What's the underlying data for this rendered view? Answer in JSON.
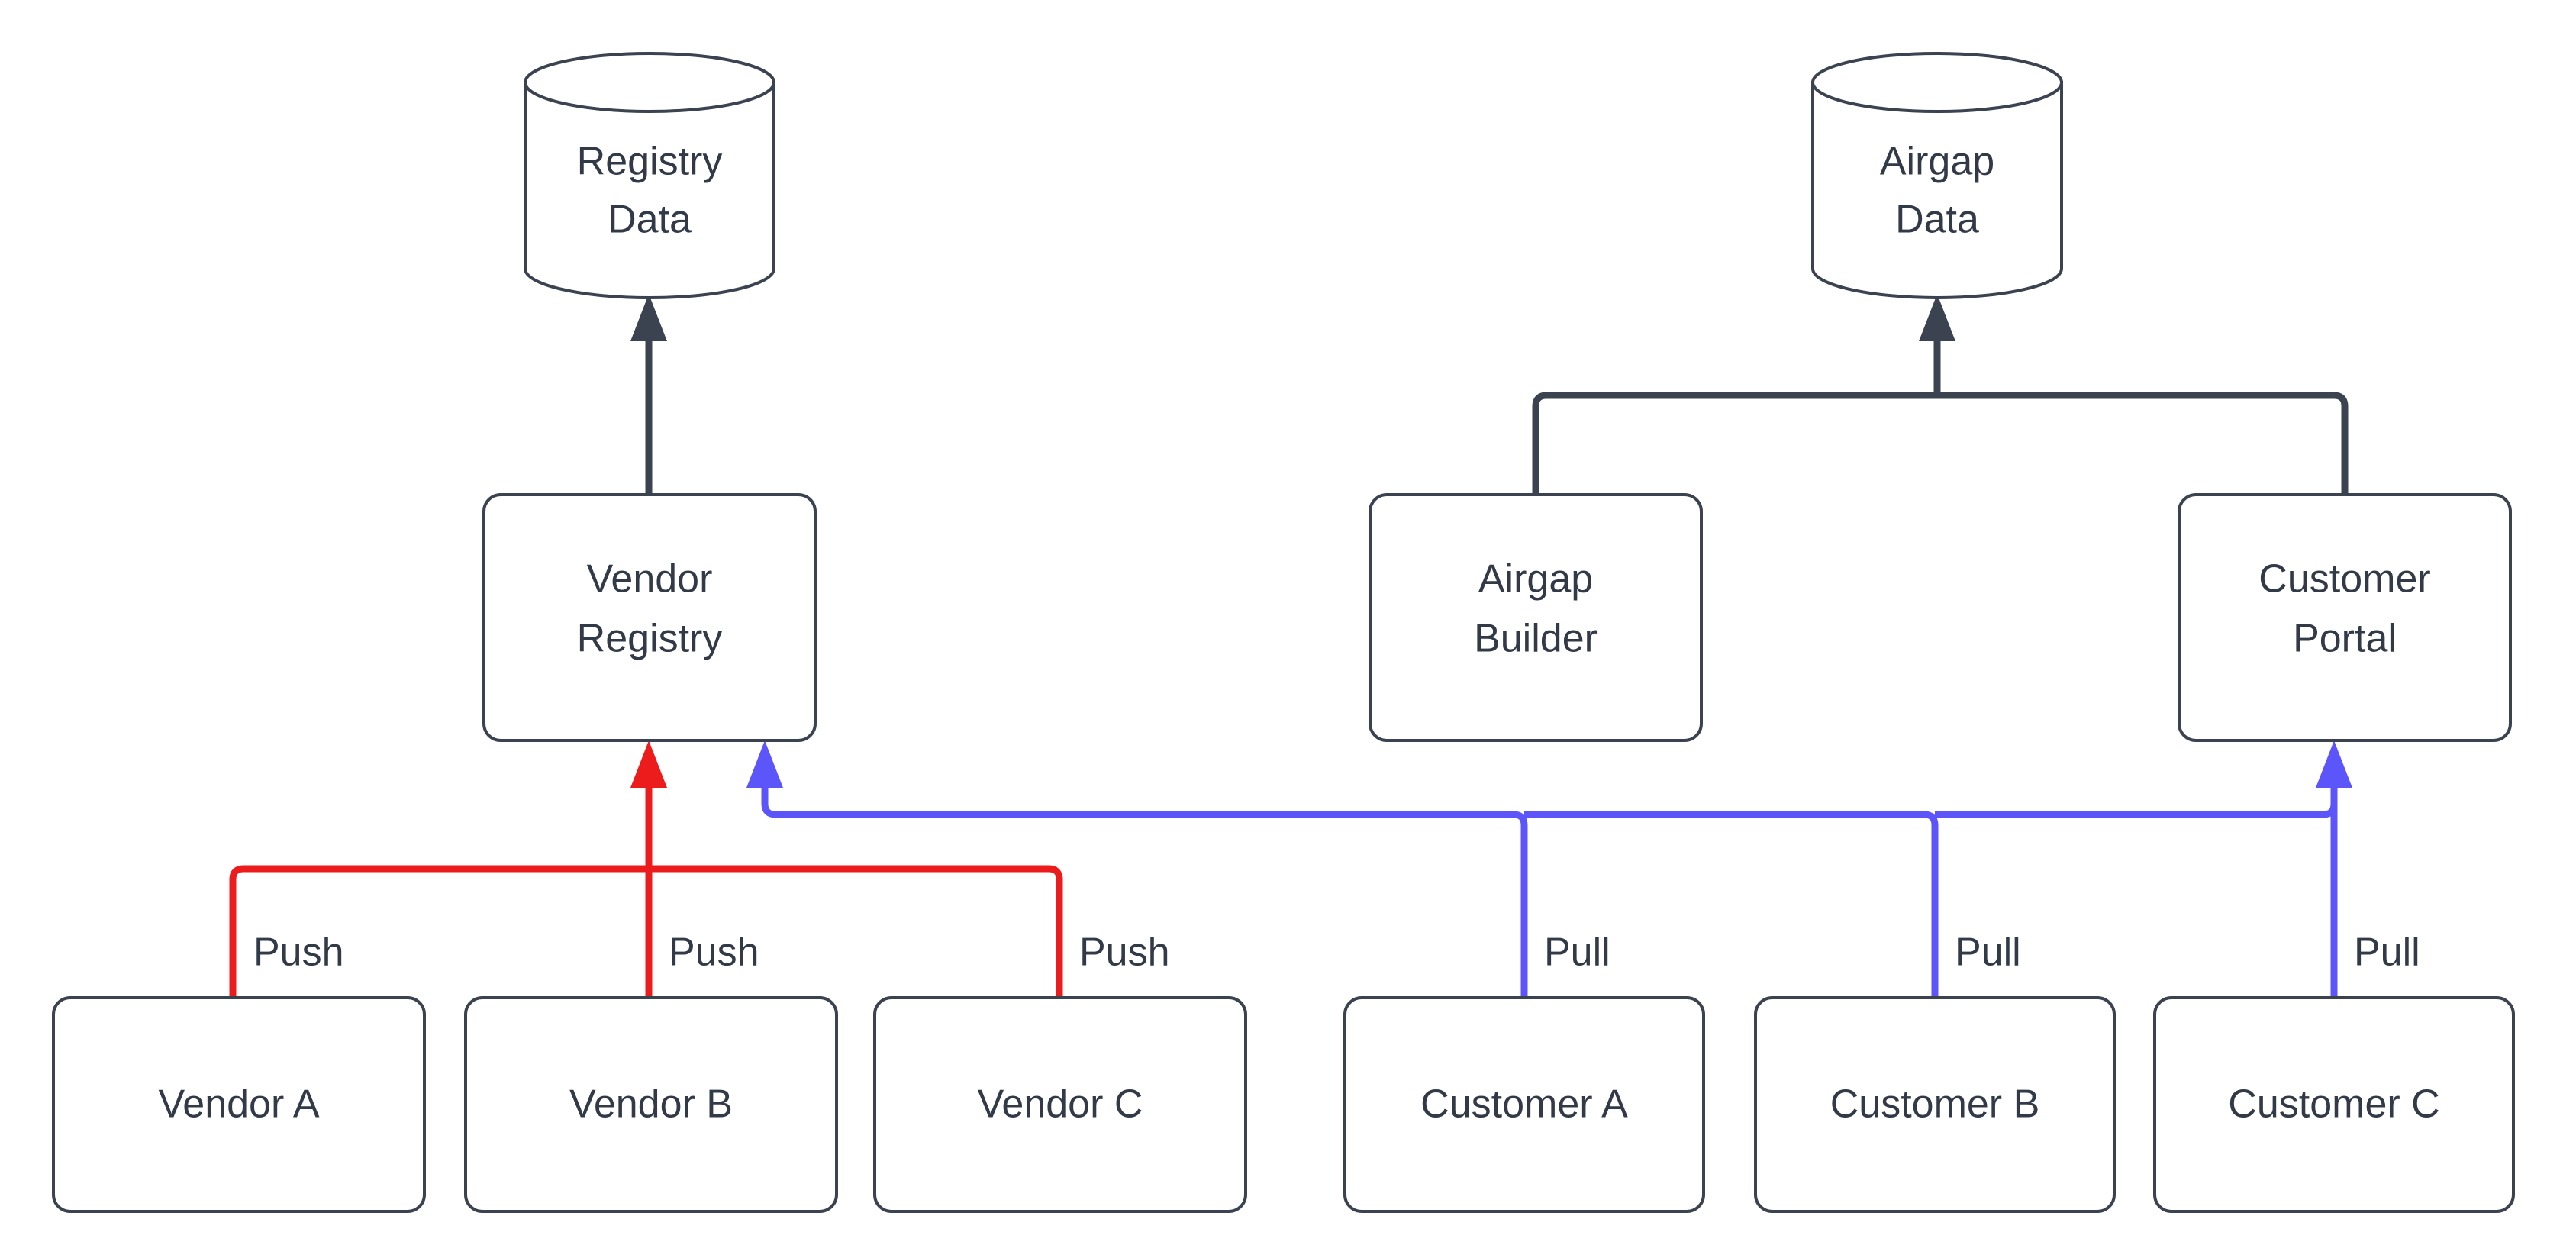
{
  "diagram": {
    "type": "flowchart",
    "background_color": "#ffffff",
    "stroke_color": "#3b4250",
    "push_color": "#ec1c1c",
    "pull_color": "#5c55fa",
    "datastores": [
      {
        "id": "registry-data",
        "shape": "cylinder",
        "line1": "Registry",
        "line2": "Data"
      },
      {
        "id": "airgap-data",
        "shape": "cylinder",
        "line1": "Airgap",
        "line2": "Data"
      }
    ],
    "services": [
      {
        "id": "vendor-registry",
        "shape": "rounded-rect",
        "line1": "Vendor",
        "line2": "Registry"
      },
      {
        "id": "airgap-builder",
        "shape": "rounded-rect",
        "line1": "Airgap",
        "line2": "Builder"
      },
      {
        "id": "customer-portal",
        "shape": "rounded-rect",
        "line1": "Customer",
        "line2": "Portal"
      }
    ],
    "actors": [
      {
        "id": "vendor-a",
        "shape": "rounded-rect",
        "label": "Vendor A"
      },
      {
        "id": "vendor-b",
        "shape": "rounded-rect",
        "label": "Vendor B"
      },
      {
        "id": "vendor-c",
        "shape": "rounded-rect",
        "label": "Vendor C"
      },
      {
        "id": "customer-a",
        "shape": "rounded-rect",
        "label": "Customer A"
      },
      {
        "id": "customer-b",
        "shape": "rounded-rect",
        "label": "Customer B"
      },
      {
        "id": "customer-c",
        "shape": "rounded-rect",
        "label": "Customer C"
      }
    ],
    "edge_labels": {
      "push": "Push",
      "pull": "Pull",
      "push_a": "Push",
      "push_b": "Push",
      "push_c": "Push",
      "pull_a": "Pull",
      "pull_b": "Pull",
      "pull_c": "Pull"
    },
    "edges": [
      {
        "id": "vendor-registry-to-registry-data",
        "from": "vendor-registry",
        "to": "registry-data",
        "color": "#3b4250",
        "label": ""
      },
      {
        "id": "airgap-builder-to-airgap-data",
        "from": "airgap-builder",
        "to": "airgap-data",
        "color": "#3b4250",
        "label": ""
      },
      {
        "id": "customer-portal-to-airgap-data",
        "from": "customer-portal",
        "to": "airgap-data",
        "color": "#3b4250",
        "label": ""
      },
      {
        "id": "vendor-a-to-vendor-registry",
        "from": "vendor-a",
        "to": "vendor-registry",
        "color": "#ec1c1c",
        "label": "Push"
      },
      {
        "id": "vendor-b-to-vendor-registry",
        "from": "vendor-b",
        "to": "vendor-registry",
        "color": "#ec1c1c",
        "label": "Push"
      },
      {
        "id": "vendor-c-to-vendor-registry",
        "from": "vendor-c",
        "to": "vendor-registry",
        "color": "#ec1c1c",
        "label": "Push"
      },
      {
        "id": "customer-a-to-vendor-registry",
        "from": "customer-a",
        "to": "vendor-registry",
        "color": "#5c55fa",
        "label": "Pull"
      },
      {
        "id": "customer-b-to-vendor-registry",
        "from": "customer-b",
        "to": "vendor-registry",
        "color": "#5c55fa",
        "label": "Pull"
      },
      {
        "id": "customer-c-to-customer-portal",
        "from": "customer-c",
        "to": "customer-portal",
        "color": "#5c55fa",
        "label": "Pull"
      }
    ]
  }
}
